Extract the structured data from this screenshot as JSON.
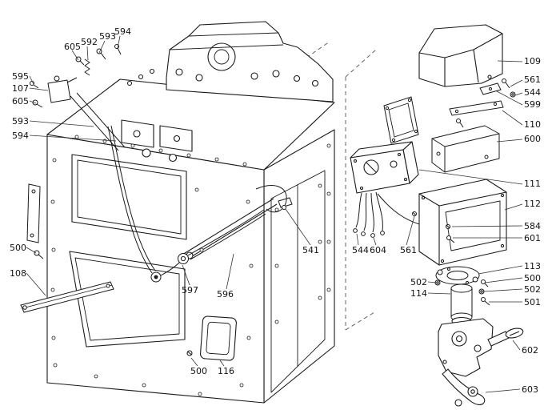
{
  "page": {
    "background": "#ffffff",
    "line_color": "#1a1a1a",
    "label_color": "#111111"
  },
  "diagram": {
    "type": "exploded-parts-diagram",
    "labels": [
      {
        "text": "593"
      },
      {
        "text": "594"
      },
      {
        "text": "605"
      },
      {
        "text": "592"
      },
      {
        "text": "595"
      },
      {
        "text": "107"
      },
      {
        "text": "605"
      },
      {
        "text": "593"
      },
      {
        "text": "594"
      },
      {
        "text": "500"
      },
      {
        "text": "108"
      },
      {
        "text": "500"
      },
      {
        "text": "116"
      },
      {
        "text": "597"
      },
      {
        "text": "596"
      },
      {
        "text": "541"
      },
      {
        "text": "544"
      },
      {
        "text": "604"
      },
      {
        "text": "561"
      },
      {
        "text": "109"
      },
      {
        "text": "561"
      },
      {
        "text": "544"
      },
      {
        "text": "599"
      },
      {
        "text": "110"
      },
      {
        "text": "600"
      },
      {
        "text": "111"
      },
      {
        "text": "112"
      },
      {
        "text": "584"
      },
      {
        "text": "601"
      },
      {
        "text": "113"
      },
      {
        "text": "500"
      },
      {
        "text": "502"
      },
      {
        "text": "502"
      },
      {
        "text": "114"
      },
      {
        "text": "501"
      },
      {
        "text": "602"
      },
      {
        "text": "603"
      }
    ]
  }
}
